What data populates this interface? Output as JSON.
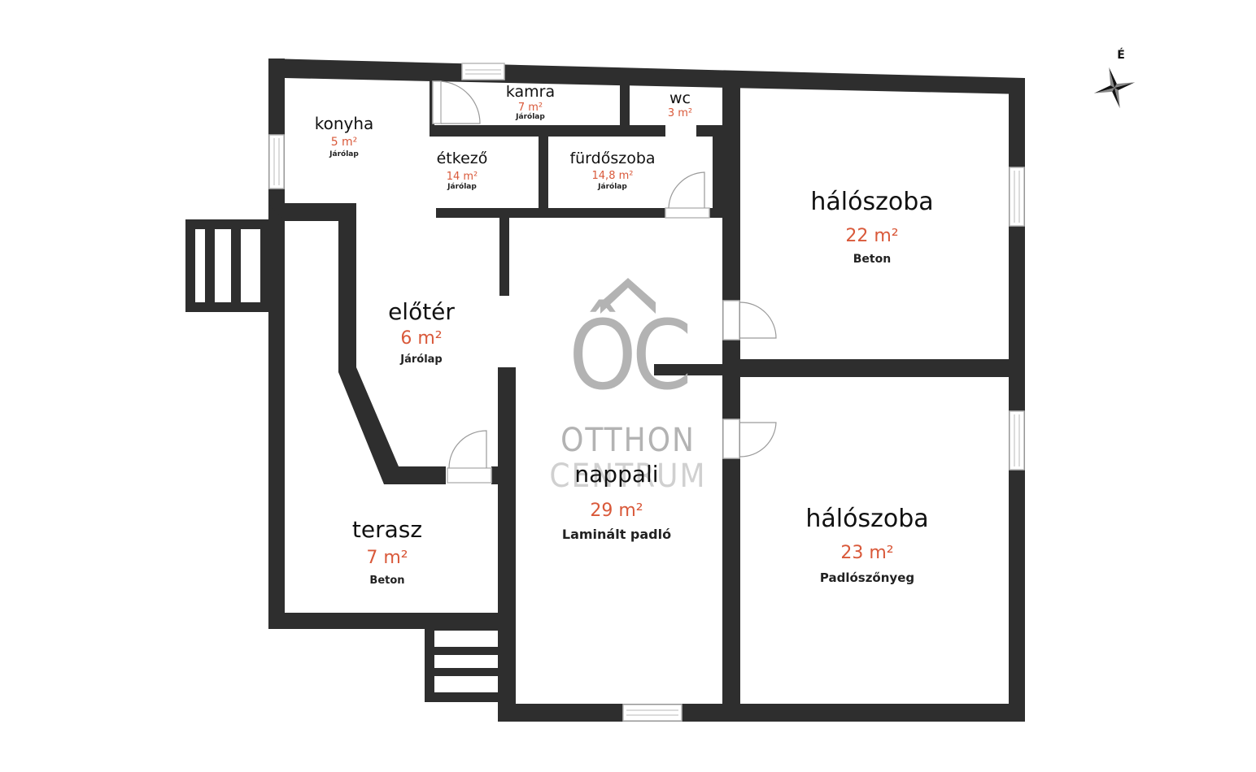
{
  "compass": {
    "label": "É",
    "icon": "compass-rose-icon"
  },
  "watermark": {
    "logo": "ÔC",
    "line1": "OTTHON",
    "line2": "CENTRUM"
  },
  "colors": {
    "wall": "#2e2e2e",
    "area_text": "#d9593a",
    "watermark": "#b3b3b3"
  },
  "rooms": {
    "konyha": {
      "name": "konyha",
      "area": "5 m²",
      "floor": "Járólap"
    },
    "kamra": {
      "name": "kamra",
      "area": "7 m²",
      "floor": "Járólap"
    },
    "wc": {
      "name": "wc",
      "area": "3 m²"
    },
    "etkezo": {
      "name": "étkező",
      "area": "14 m²",
      "floor": "Járólap"
    },
    "furdoszoba": {
      "name": "fürdőszoba",
      "area": "14,8 m²",
      "floor": "Járólap"
    },
    "haloszoba1": {
      "name": "hálószoba",
      "area": "22 m²",
      "floor": "Beton"
    },
    "eloter": {
      "name": "előtér",
      "area": "6 m²",
      "floor": "Járólap"
    },
    "nappali": {
      "name": "nappali",
      "area": "29 m²",
      "floor": "Laminált padló"
    },
    "terasz": {
      "name": "terasz",
      "area": "7 m²",
      "floor": "Beton"
    },
    "haloszoba2": {
      "name": "hálószoba",
      "area": "23 m²",
      "floor": "Padlószőnyeg"
    }
  }
}
